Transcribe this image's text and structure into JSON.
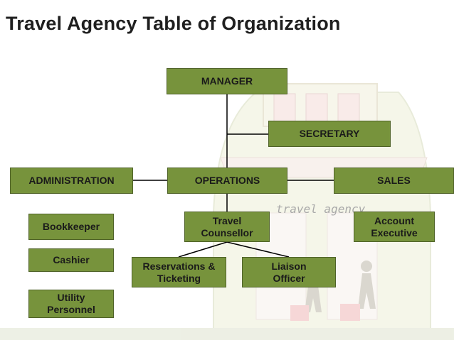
{
  "title": "Travel Agency Table of Organization",
  "watermark_text": "travel agency",
  "colors": {
    "box_fill": "#77933c",
    "box_border": "#4f6228",
    "line": "#000000"
  },
  "nodes": {
    "manager": "MANAGER",
    "secretary": "SECRETARY",
    "administration": "ADMINISTRATION",
    "operations": "OPERATIONS",
    "sales": "SALES",
    "bookkeeper": "Bookkeeper",
    "cashier": "Cashier",
    "utility_personnel": "Utility Personnel",
    "travel_counsellor": "Travel Counsellor",
    "account_executive": "Account Executive",
    "reservations_ticketing": "Reservations & Ticketing",
    "liaison_officer": "Liaison Officer"
  }
}
